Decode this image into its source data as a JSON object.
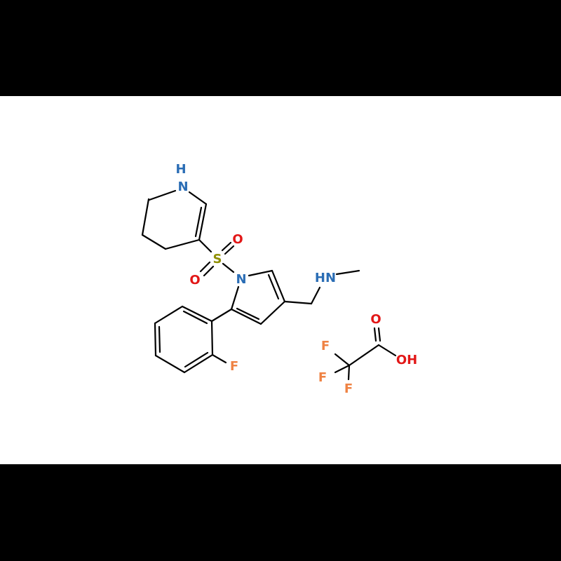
{
  "colors": {
    "background": "#ffffff",
    "letterbox": "#000000",
    "bond": "#000000",
    "nitrogen": "#2a6db5",
    "oxygen": "#e21717",
    "sulfur": "#8f8f00",
    "fluorine": "#ef8243"
  },
  "molecule": {
    "labels": {
      "nh_h": "H",
      "nh_n": "N",
      "sulfonyl_s": "S",
      "sulfonyl_o_upper": "O",
      "sulfonyl_o_lower": "O",
      "pyrrole_n": "N",
      "methylamine_hn": "HN",
      "aryl_f": "F",
      "tfa_f_upper": "F",
      "tfa_f_left": "F",
      "tfa_f_lower": "F",
      "tfa_carbonyl_o": "O",
      "tfa_hydroxyl_oh": "OH"
    }
  }
}
